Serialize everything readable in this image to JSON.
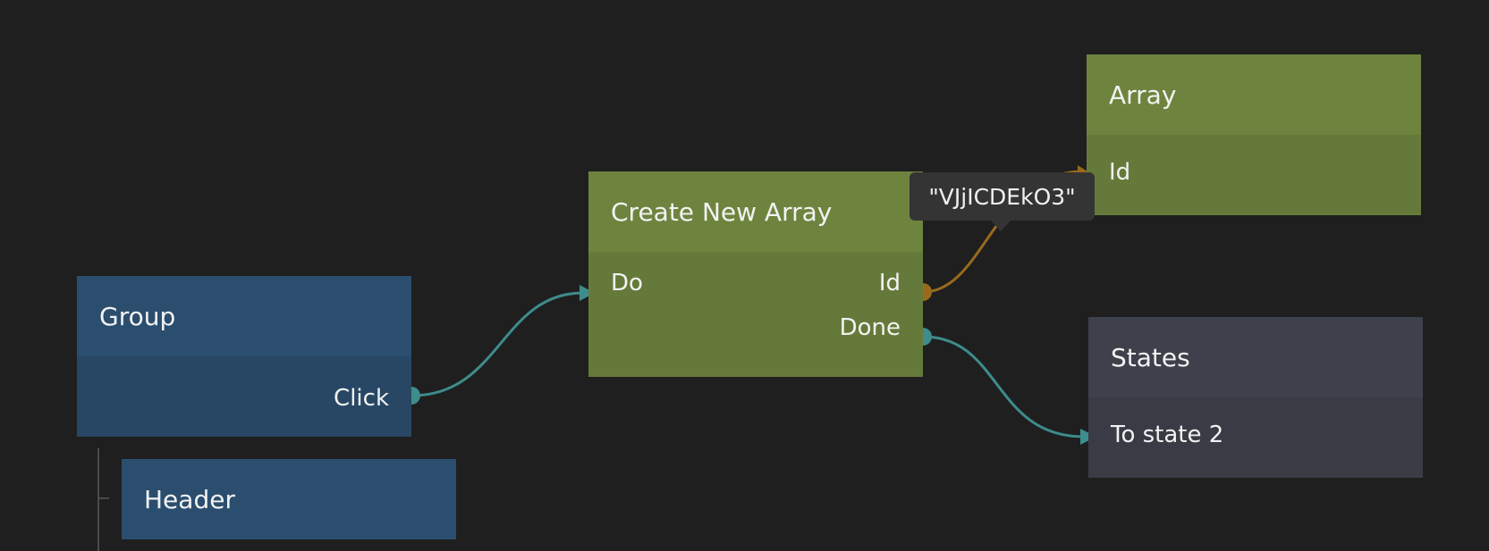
{
  "nodes": {
    "group": {
      "title": "Group",
      "output_click": "Click"
    },
    "header": {
      "title": "Header"
    },
    "create_new_array": {
      "title": "Create New Array",
      "input_do": "Do",
      "output_id": "Id",
      "output_done": "Done"
    },
    "array": {
      "title": "Array",
      "input_id": "Id"
    },
    "states": {
      "title": "States",
      "input_to_state_2": "To state 2"
    }
  },
  "tooltip": {
    "value": "\"VJjICDEkO3\""
  },
  "colors": {
    "background": "#1f1f1f",
    "visual_node": "#2b4e6f",
    "data_node": "#6e843e",
    "states_node": "#3e414b",
    "signal_wire": "#3e8c8c",
    "data_wire": "#9a6a1c",
    "tooltip": "#343434"
  }
}
